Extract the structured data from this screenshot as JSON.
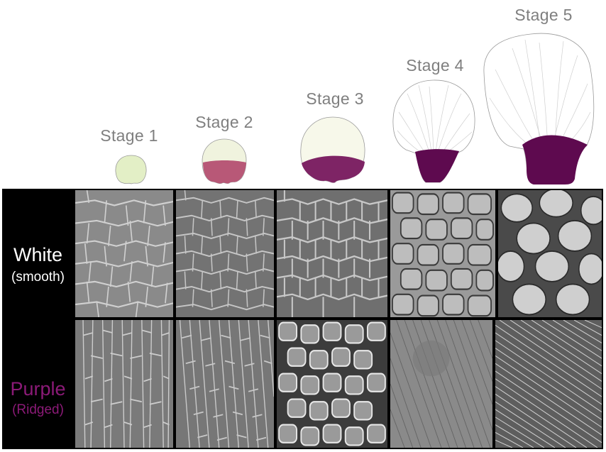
{
  "stages": [
    {
      "label": "Stage 1"
    },
    {
      "label": "Stage 2"
    },
    {
      "label": "Stage 3"
    },
    {
      "label": "Stage 4"
    },
    {
      "label": "Stage 5"
    }
  ],
  "rows": [
    {
      "label": "White",
      "sublabel": "(smooth)",
      "color": "#ffffff"
    },
    {
      "label": "Purple",
      "sublabel": "(Ridged)",
      "color": "#8b1a77"
    }
  ],
  "colors": {
    "stage_label": "#7f7f7f",
    "petal_green": "#e3efc6",
    "petal_cream": "#f7f8ea",
    "stage2_purple": "#b85877",
    "stage3_purple": "#7e2465",
    "stage45_purple": "#5e0a4f",
    "sem_gray": "#808080"
  }
}
